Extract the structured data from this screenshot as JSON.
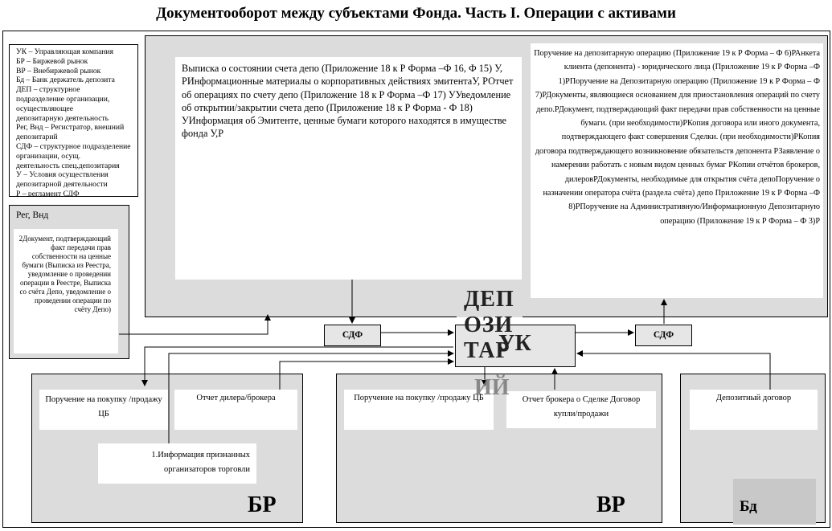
{
  "title": "Документооборот между субъектами Фонда. Часть I. Операции с активами",
  "legend": [
    "УК – Управляющая компания",
    "БР – Биржевой рынок",
    "ВР – Внебиржевой рынок",
    "Бд – Банк держатель депозита",
    "ДЕП – структурное",
    "подразделение организации,",
    "осуществляющее",
    "депозитарную деятельность",
    "Рег, Внд – Регистратор, внешний",
    "депозитарий",
    "СДФ – структурное подразделение",
    "организации, осущ.",
    "деятельность спец.депозитария",
    "У – Условия осуществления",
    "депозитарной деятельности",
    "Р – регламент СДФ"
  ],
  "depo_left_text": "Выписка о состоянии счета депо (Приложение 18 к Р Форма –Ф 16, Ф 15) У, РИнформационные материалы о корпоративных действиях эмитентаУ, РОтчет об операциях по счету депо (Приложение 18 к Р Форма –Ф 17) УУведомление об открытии/закрытии счета депо (Приложение 18 к Р Форма - Ф 18) УИнформация об Эмитенте, ценные бумаги которого находятся в имуществе фонда У,Р",
  "depo_right_text": "Поручение на депозитарную операцию (Приложение 19 к Р Форма – Ф 6)РАнкета клиента (депонента) - юридического лица (Приложение 19 к Р Форма –Ф 1)РПоручение на Депозитарную операцию (Приложение 19 к Р Форма – Ф 7)РДокументы, являющиеся основанием для приостановления операций по счету депо.РДокумент, подтверждающий факт передачи прав собственности на ценные бумаги. (при необходимости)РКопия договора или иного документа, подтверждающего факт совершения Сделки. (при необходимости)РКопия договора подтверждающего возникновение обязательств депонента РЗаявление о намерении работать с новым видом ценных бумаг РКопии отчётов брокеров, дилеровРДокументы, необходимые для открытия счёта депоПоручение о назначении оператора счёта (раздела счёта) депо Приложение 19 к Р Форма –Ф 8)РПоручение на Административную/Информационную Депозитарную операцию (Приложение 19 к Р Форма – Ф 3)Р",
  "depo_label": "ДЕП ОЗИ ТАР ИЙ",
  "depo_lines": [
    "ДЕП",
    "ОЗИ",
    "ТАР"
  ],
  "depo_cut": "ИЙ",
  "uk_label": "УК",
  "sdf_left": "СДФ",
  "sdf_right": "СДФ",
  "reg": {
    "title": "Рег, Внд",
    "text": "2Документ, подтверждающий факт передачи прав собственности на ценные бумаги (Выписка из Реестра, уведомление о проведении операции в Реестре, Выписка со счёта Депо, уведомление о проведении операции по счёту Депо)"
  },
  "br": {
    "label": "БР",
    "order": "Поручение на покупку /продажу ЦБ",
    "report": "Отчет дилера/брокера",
    "info": "1.Информация признанных организаторов торговли"
  },
  "vr": {
    "label": "ВР",
    "order": "Поручение на покупку /продажу ЦБ",
    "report": "Отчет брокера о Сделке Договор купли/продажи"
  },
  "bd": {
    "label": "Бд",
    "contract": "Депозитный договор"
  }
}
